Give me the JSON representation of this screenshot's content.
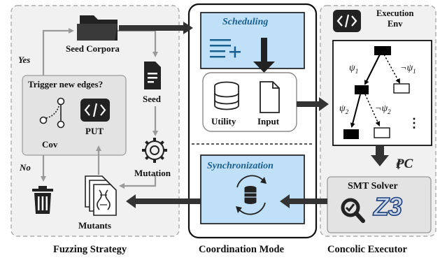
{
  "fuzzing_strategy": {
    "title": "Fuzzing Strategy",
    "seed_corpora": "Seed Corpora",
    "yes": "Yes",
    "no": "No",
    "trigger": "Trigger new edges?",
    "cov": "Cov",
    "put": "PUT",
    "seed": "Seed",
    "mutation": "Mutation",
    "mutants": "Mutants"
  },
  "coordination_mode": {
    "title": "Coordination Mode",
    "scheduling": "Scheduling",
    "utility": "Utility",
    "input": "Input",
    "synchronization": "Synchronization"
  },
  "concolic_executor": {
    "title": "Concolic Executor",
    "execution_env": "Execution\nEnv",
    "psi1": "ψ",
    "psi1_sub": "1",
    "not_psi1": "¬ψ",
    "not_psi1_sub": "1",
    "psi2": "ψ",
    "psi2_sub": "2",
    "not_psi2": "¬ψ",
    "not_psi2_sub": "2",
    "ellipsis": "⋮",
    "pc": "PC",
    "smt_solver": "SMT Solver",
    "z3": "Z3"
  },
  "colors": {
    "panel_bg": "#efefef",
    "highlight_blue": "#bfe0f7",
    "arrow_dark": "#333333",
    "arrow_gray": "#9a9a9a",
    "border_dash": "#a8a8a8"
  }
}
